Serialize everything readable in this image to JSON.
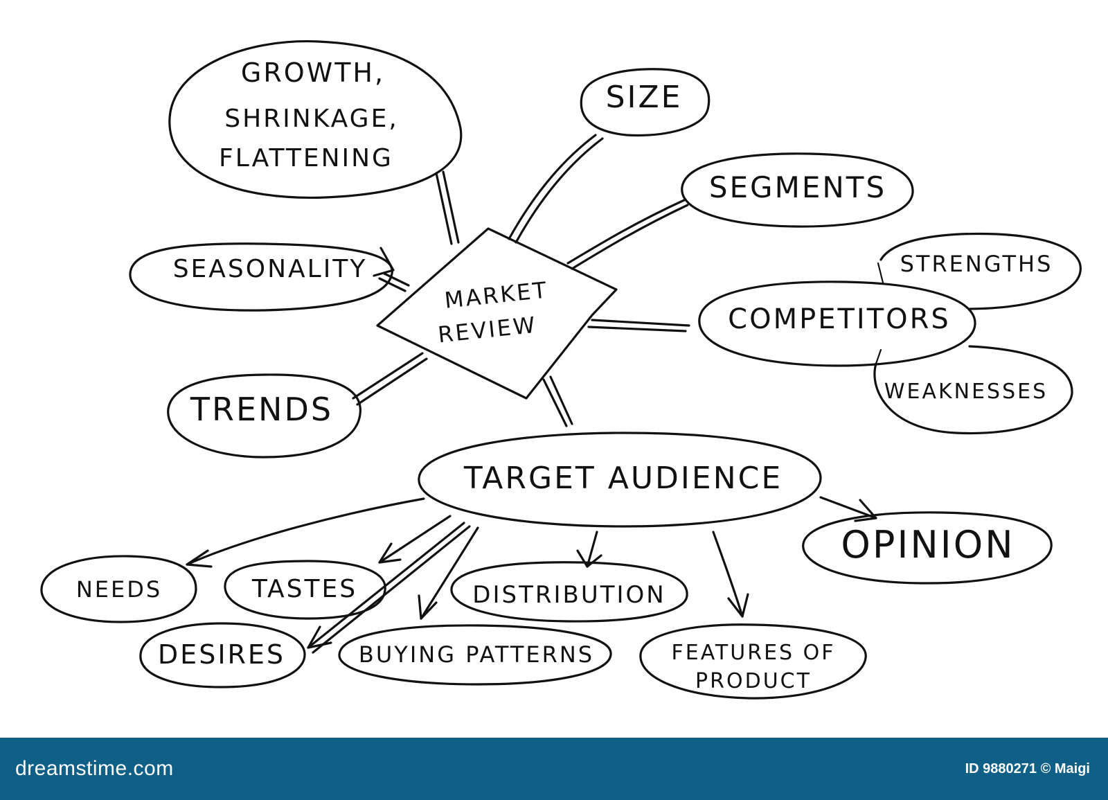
{
  "diagram": {
    "nodes": {
      "growth": [
        "GROWTH,",
        "SHRINKAGE,",
        "FLATTENING"
      ],
      "size": "SIZE",
      "segments": "SEGMENTS",
      "seasonality": "SEASONALITY",
      "market_review": [
        "MARKET",
        "REVIEW"
      ],
      "strengths": "STRENGTHS",
      "competitors": "COMPETITORS",
      "weaknesses": "WEAKNESSES",
      "trends": "TRENDS",
      "target_audience": "TARGET AUDIENCE",
      "opinion": "OPINION",
      "needs": "NEEDS",
      "tastes": "TASTES",
      "distribution": "DISTRIBUTION",
      "desires": "DESIRES",
      "buying_patterns": "BUYING PATTERNS",
      "features": [
        "FEATURES OF",
        "PRODUCT"
      ]
    }
  },
  "footer": {
    "brand": "dreamstime.com",
    "credit": "ID 9880271 © Maigi"
  }
}
